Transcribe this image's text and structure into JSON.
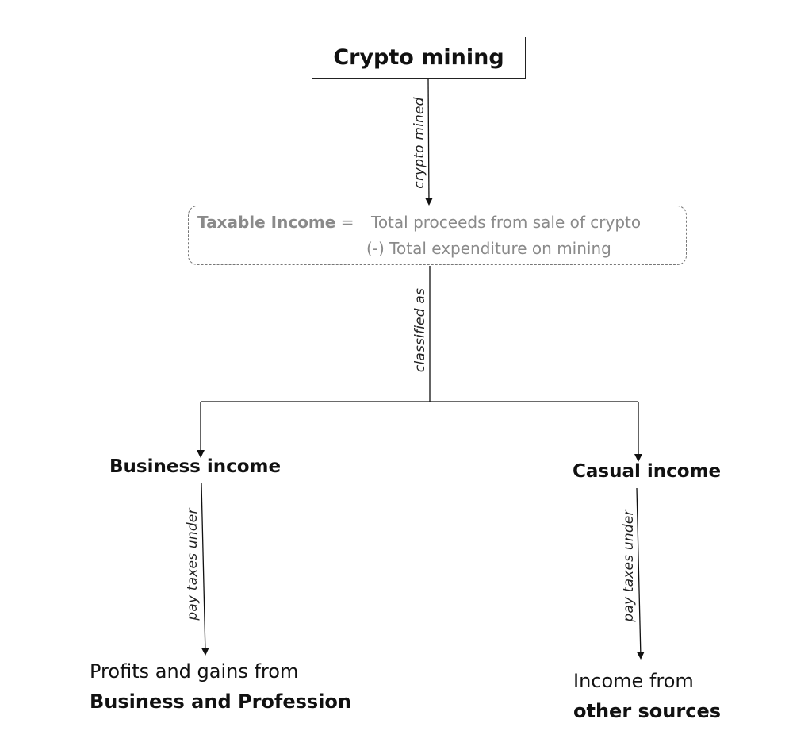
{
  "nodes": {
    "root": "Crypto mining",
    "formula": {
      "lhs_label": "Taxable Income",
      "operator": "=",
      "line1": "Total proceeds from sale of crypto",
      "line2": "(-) Total expenditure on mining"
    },
    "business_income": "Business income",
    "casual_income": "Casual income",
    "business_result": {
      "line1": "Profits and gains from",
      "line2": "Business and Profession"
    },
    "casual_result": {
      "line1": "Income from",
      "line2": "other sources"
    }
  },
  "edges": {
    "mined": "crypto mined",
    "classified": "classified as",
    "pay_taxes_left": "pay taxes under",
    "pay_taxes_right": "pay taxes under"
  },
  "colors": {
    "line": "#111111",
    "formula_text": "#8a8a8a",
    "formula_border": "#777777"
  }
}
